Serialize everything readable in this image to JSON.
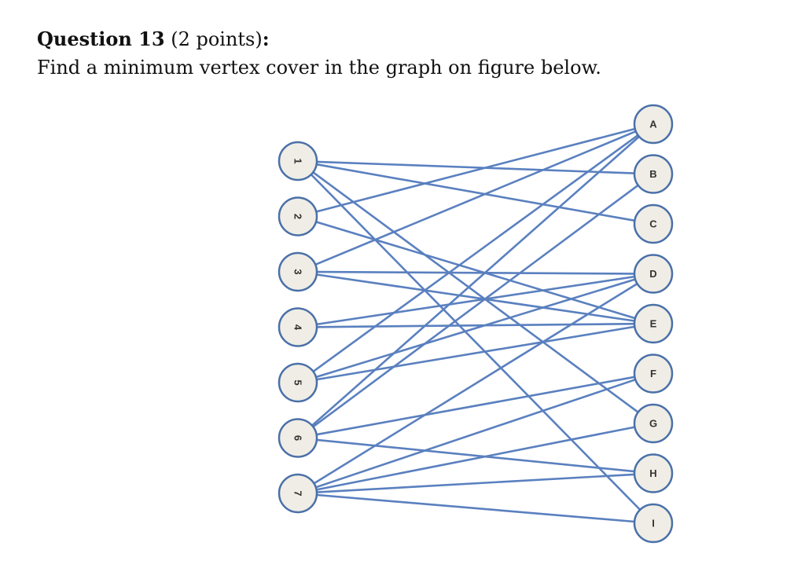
{
  "question": {
    "label": "Question 13",
    "points": "(2 points)",
    "colon": ":",
    "text": "Find a minimum vertex cover in the graph on figure below."
  },
  "graph": {
    "colors": {
      "node_fill": "#efede5",
      "node_stroke": "#4a70a8",
      "edge": "#5a80bf"
    },
    "left_nodes": [
      "1",
      "2",
      "3",
      "4",
      "5",
      "6",
      "7"
    ],
    "right_nodes": [
      "A",
      "B",
      "C",
      "D",
      "E",
      "F",
      "G",
      "H",
      "I"
    ],
    "edges": [
      [
        "1",
        "B"
      ],
      [
        "1",
        "C"
      ],
      [
        "1",
        "G"
      ],
      [
        "1",
        "I"
      ],
      [
        "2",
        "A"
      ],
      [
        "2",
        "E"
      ],
      [
        "3",
        "A"
      ],
      [
        "3",
        "D"
      ],
      [
        "3",
        "E"
      ],
      [
        "4",
        "D"
      ],
      [
        "4",
        "E"
      ],
      [
        "5",
        "A"
      ],
      [
        "5",
        "D"
      ],
      [
        "5",
        "E"
      ],
      [
        "6",
        "A"
      ],
      [
        "6",
        "B"
      ],
      [
        "6",
        "H"
      ],
      [
        "6",
        "F"
      ],
      [
        "7",
        "D"
      ],
      [
        "7",
        "F"
      ],
      [
        "7",
        "G"
      ],
      [
        "7",
        "H"
      ],
      [
        "7",
        "I"
      ]
    ]
  }
}
